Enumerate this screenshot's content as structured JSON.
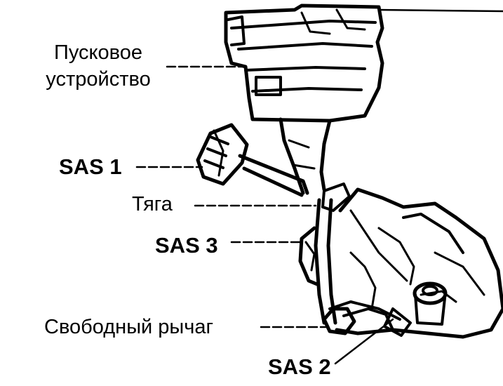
{
  "labels": {
    "starter_line1": "Пусковое",
    "starter_line2": "устройство",
    "sas1": "SAS 1",
    "rod": "Тяга",
    "sas3": "SAS 3",
    "free_lever": "Свободный рычаг",
    "sas2": "SAS 2"
  },
  "colors": {
    "ink": "#000000",
    "paper": "#ffffff"
  }
}
